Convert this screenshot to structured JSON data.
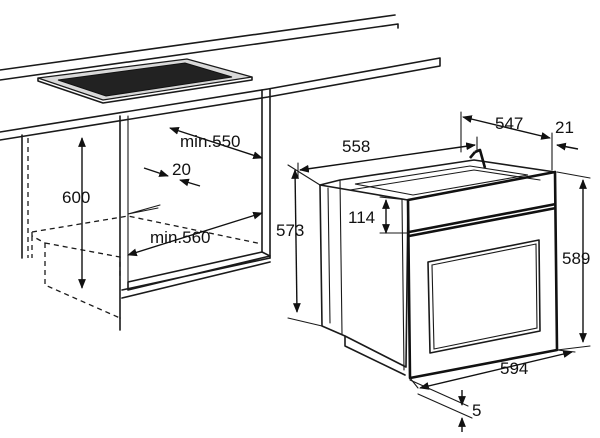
{
  "dimensions": {
    "niche_height": "600",
    "niche_depth_min": "min.550",
    "niche_gap": "20",
    "niche_width_min": "min.560",
    "oven_depth": "558",
    "oven_body_depth": "547",
    "oven_front_thickness": "21",
    "oven_side_height": "573",
    "oven_panel_height": "114",
    "oven_front_height": "589",
    "oven_front_width": "594",
    "oven_bottom_offset": "5"
  }
}
